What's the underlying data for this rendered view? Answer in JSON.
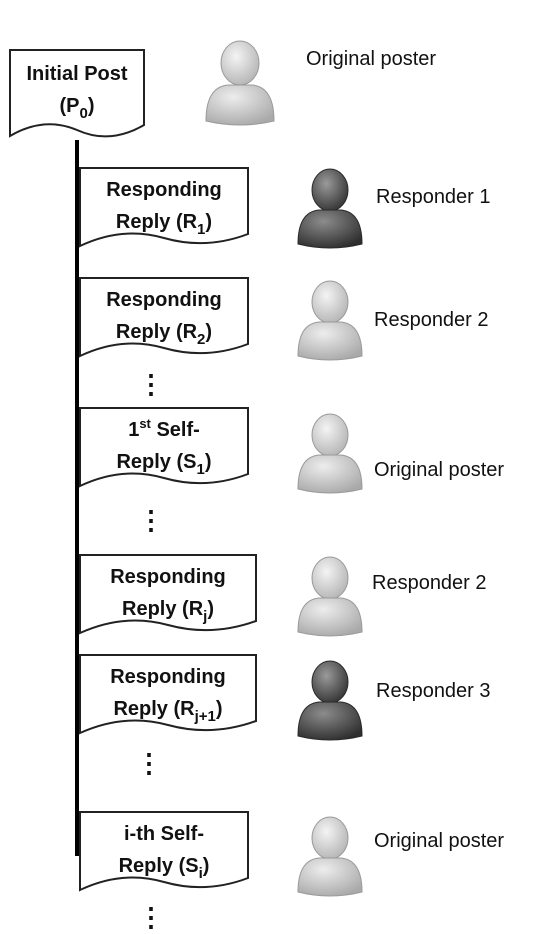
{
  "initial_post": {
    "line1": "Initial Post",
    "line2_prefix": "(P",
    "line2_sub": "0",
    "line2_suffix": ")",
    "person": "Original poster",
    "avatar_tone": "light"
  },
  "replies": [
    {
      "line1": "Responding",
      "line1_sup": "",
      "line1_rest": "",
      "line2_prefix": "Reply (R",
      "line2_sub": "1",
      "line2_suffix": ")",
      "person": "Responder 1",
      "avatar_tone": "dark"
    },
    {
      "line1": "Responding",
      "line1_sup": "",
      "line1_rest": "",
      "line2_prefix": "Reply (R",
      "line2_sub": "2",
      "line2_suffix": ")",
      "person": "Responder 2",
      "avatar_tone": "light"
    },
    {
      "line1": "1",
      "line1_sup": "st",
      "line1_rest": " Self-",
      "line2_prefix": "Reply (S",
      "line2_sub": "1",
      "line2_suffix": ")",
      "person": "Original poster",
      "avatar_tone": "light"
    },
    {
      "line1": "Responding",
      "line1_sup": "",
      "line1_rest": "",
      "line2_prefix": "Reply (R",
      "line2_sub": "j",
      "line2_suffix": ")",
      "person": "Responder 2",
      "avatar_tone": "light"
    },
    {
      "line1": "Responding",
      "line1_sup": "",
      "line1_rest": "",
      "line2_prefix": "Reply (R",
      "line2_sub": "j+1",
      "line2_suffix": ")",
      "person": "Responder 3",
      "avatar_tone": "dark"
    },
    {
      "line1": "i-th Self-",
      "line1_sup": "",
      "line1_rest": "",
      "line2_prefix": "Reply (S",
      "line2_sub": "i",
      "line2_suffix": ")",
      "person": "Original poster",
      "avatar_tone": "light"
    }
  ],
  "ellipsis": "⋮",
  "colors": {
    "avatar_light": "#c8c8c8",
    "avatar_dark": "#555555",
    "line": "#000000"
  }
}
